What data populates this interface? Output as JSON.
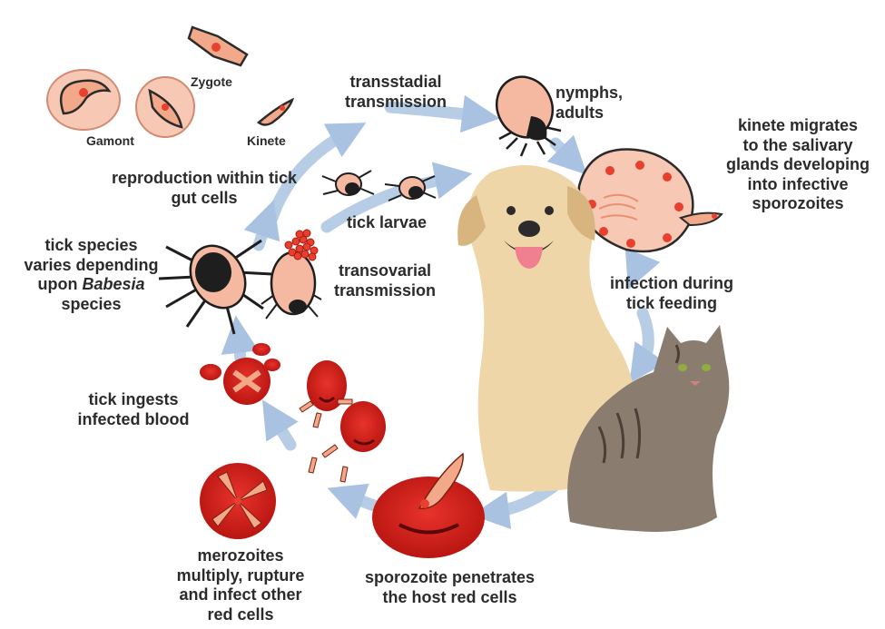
{
  "labels": {
    "zygote": "Zygote",
    "gamont": "Gamont",
    "kinete": "Kinete",
    "transstadial_1": "transstadial",
    "transstadial_2": "transmission",
    "nymphs_1": "nymphs,",
    "nymphs_2": "adults",
    "kinete_migrates_1": "kinete migrates",
    "kinete_migrates_2": "to the salivary",
    "kinete_migrates_3": "glands developing",
    "kinete_migrates_4": "into infective",
    "kinete_migrates_5": "sporozoites",
    "reproduction_1": "reproduction within tick",
    "reproduction_2": "gut cells",
    "tick_larvae": "tick larvae",
    "tick_species_1": "tick species",
    "tick_species_2": "varies depending",
    "tick_species_3_pre": "upon ",
    "tick_species_3_italic": "Babesia",
    "tick_species_4": "species",
    "transovarial_1": "transovarial",
    "transovarial_2": "transmission",
    "infection_1": "infection during",
    "infection_2": "tick feeding",
    "tick_ingests_1": "tick ingests",
    "tick_ingests_2": "infected blood",
    "merozoites_1": "merozoites",
    "merozoites_2": "multiply, rupture",
    "merozoites_3": "and infect other",
    "merozoites_4": "red cells",
    "sporozoite_1": "sporozoite penetrates",
    "sporozoite_2": "the host red cells"
  },
  "colors": {
    "parasite_fill": "#f2a98a",
    "cell_bg": "#f7c8b4",
    "nucleus": "#e8402e",
    "blood_red": "#d9201e",
    "tick_body": "#f5b8a0",
    "tick_shield": "#1e1e1e",
    "arrow_blue": "#b7cde6",
    "text": "#2b2b2b"
  },
  "icons": [
    "dog-image",
    "cat-image",
    "tick-icon",
    "salivary-gland-icon",
    "red-blood-cell-icon",
    "egg-cluster-icon"
  ]
}
